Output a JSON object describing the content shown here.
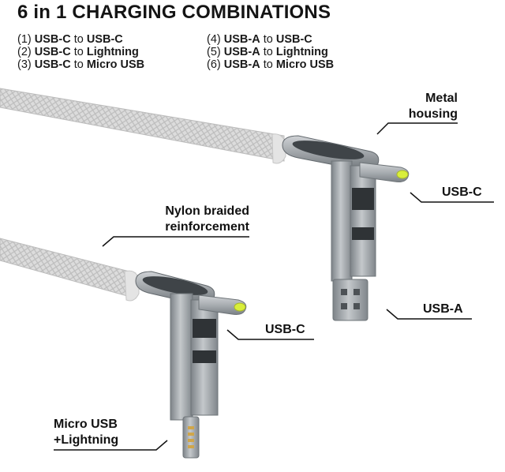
{
  "title": "6 in 1 CHARGING COMBINATIONS",
  "combinations": [
    {
      "num": "(1)",
      "from": "USB-C",
      "joiner": "to",
      "to": "USB-C"
    },
    {
      "num": "(2)",
      "from": "USB-C",
      "joiner": "to",
      "to": "Lightning"
    },
    {
      "num": "(3)",
      "from": "USB-C",
      "joiner": "to",
      "to": "Micro USB"
    },
    {
      "num": "(4)",
      "from": "USB-A",
      "joiner": "to",
      "to": "USB-C"
    },
    {
      "num": "(5)",
      "from": "USB-A",
      "joiner": "to",
      "to": "Lightning"
    },
    {
      "num": "(6)",
      "from": "USB-A",
      "joiner": "to",
      "to": "Micro USB"
    }
  ],
  "callouts": {
    "metal_housing": [
      "Metal",
      "housing"
    ],
    "usb_c_top": "USB-C",
    "nylon": [
      "Nylon braided",
      "reinforcement"
    ],
    "usb_a": "USB-A",
    "usb_c_bottom": "USB-C",
    "micro_lightning": [
      "Micro USB",
      "+Lightning"
    ]
  },
  "colors": {
    "connector_tip": "#d9ee3a",
    "cable": "#d8d8d8",
    "metal": "#9aa0a5"
  }
}
